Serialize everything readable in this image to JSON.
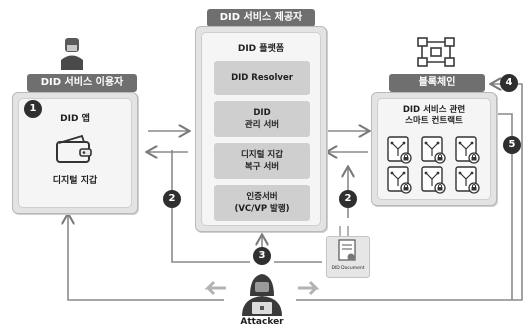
{
  "left_panel": {
    "title": "DID 서비스 이용자",
    "app_title": "DID 앱",
    "wallet_label": "디지털 지갑"
  },
  "center_panel": {
    "title": "DID 서비스 제공자",
    "platform_title": "DID 플랫폼",
    "boxes": [
      "DID Resolver",
      "DID\n관리 서버",
      "디지털 지갑\n복구 서버",
      "인증서버\n(VC/VP 발행)"
    ]
  },
  "right_panel": {
    "title": "블록체인",
    "contracts_label": "DID 서비스 관련\n스마트 컨트랙트"
  },
  "numbers": [
    "1",
    "2",
    "2",
    "3",
    "4",
    "5"
  ],
  "did_document_label": "DID Document",
  "attacker_label": "Attacker",
  "icons": {
    "user": "user-icon",
    "wallet": "wallet-icon",
    "blockchain": "blockchain-icon",
    "contract": "smart-contract-icon",
    "document": "did-document-icon",
    "attacker": "attacker-icon"
  }
}
